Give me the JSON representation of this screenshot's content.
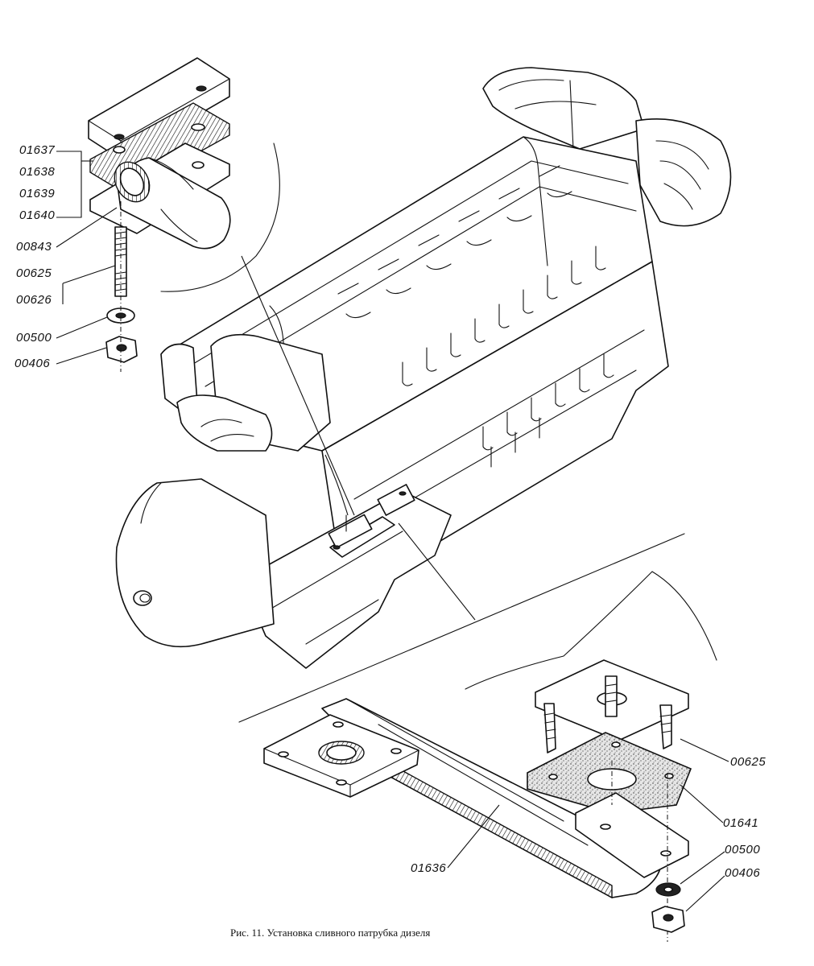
{
  "caption": "Рис. 11. Установка сливного патрубка дизеля",
  "part_labels": {
    "upper": [
      "01637",
      "01638",
      "01639",
      "01640",
      "00843",
      "00625",
      "00626",
      "00500",
      "00406"
    ],
    "lower": [
      "00625",
      "01641",
      "00500",
      "00406",
      "01636"
    ]
  }
}
